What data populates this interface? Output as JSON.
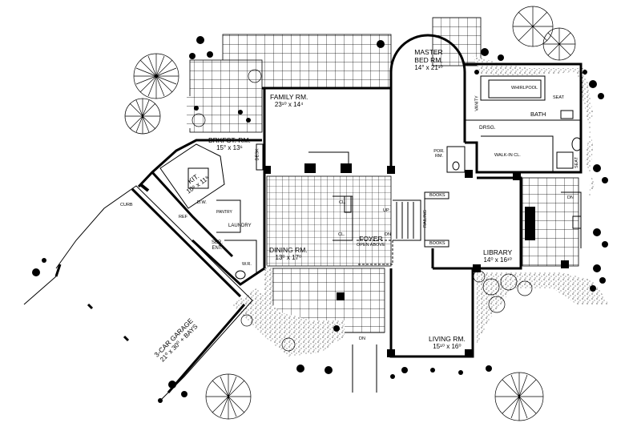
{
  "rooms": {
    "master_bed": {
      "name": "MASTER BED RM.",
      "dim": "14° x 21¹⁰"
    },
    "family": {
      "name": "FAMILY RM.",
      "dim": "23¹⁰ x 14⁴"
    },
    "brkfst": {
      "name": "BRKFST. RM.",
      "dim": "15° x 13⁶"
    },
    "kit": {
      "name": "KIT.",
      "dim": "10⁶ x 11⁸"
    },
    "dining": {
      "name": "DINING RM.",
      "dim": "13⁰ x 17⁰"
    },
    "foyer": {
      "name": "FOYER",
      "sub": "OPEN ABOVE"
    },
    "library": {
      "name": "LIBRARY",
      "dim": "14⁰ x 16¹⁰"
    },
    "living": {
      "name": "LIVING RM.",
      "dim": "15¹⁰ x 16⁰"
    },
    "garage": {
      "name": "3-CAR GARAGE",
      "dim": "21⁰ x 30⁰ + BAYS"
    },
    "bath": {
      "name": "BATH"
    },
    "drsg": {
      "name": "DRSG."
    },
    "walk_in": {
      "name": "WALK-IN CL."
    },
    "por_rm": {
      "name": "POR. RM."
    },
    "laundry": {
      "name": "LAUNDRY"
    },
    "pantry": {
      "name": "PANTRY"
    },
    "ser_ent": {
      "name": "SER. ENT."
    },
    "wr": {
      "name": "W.R."
    }
  },
  "small_labels": {
    "whirlpool": "WHIRLPOOL",
    "seat": "SEAT",
    "seat2": "SEAT",
    "vanity": "VANITY",
    "books1": "BOOKS",
    "books2": "BOOKS",
    "railing": "RAILING",
    "desk": "DESK",
    "cl": "CL.",
    "cl2": "CL.",
    "curb": "CURB",
    "up": "UP",
    "dn": "DN",
    "dn2": "DN",
    "dn3": "DN",
    "ref": "REF",
    "dw": "D.W."
  }
}
